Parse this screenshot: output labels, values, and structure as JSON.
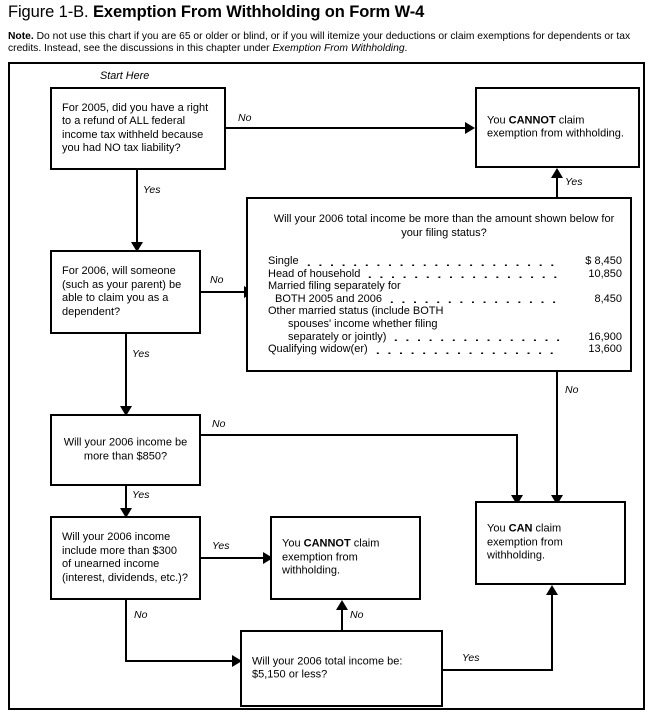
{
  "figure": {
    "number": "Figure 1-B.",
    "title": "Exemption From Withholding on Form W-4",
    "note_lead": "Note.",
    "note_body": " Do not use this chart if you are 65 or older or blind, or if you will itemize your deductions or claim exemptions for dependents or tax credits. Instead, see the discussions in this chapter under ",
    "note_emphasis": "Exemption From Withholding",
    "note_end": "."
  },
  "flow": {
    "start_label": "Start Here",
    "q1": "For 2005, did you have a right to a refund of ALL federal income tax withheld because you had NO tax liability?",
    "q2": "For 2006, will someone (such as your parent) be able to claim you as a dependent?",
    "q3": "Will your 2006 income be more than $850?",
    "q4": "Will your 2006 income include more than $300 of unearned income (interest, dividends, etc.)?",
    "q5": "Will your 2006 total income be: $5,150 or less?",
    "cannot_1_pre": "You ",
    "cannot_1_strong": "CANNOT",
    "cannot_1_post": " claim exemption from withholding.",
    "cannot_2_pre": "You ",
    "cannot_2_strong": "CANNOT",
    "cannot_2_post": " claim exemption from withholding.",
    "can_pre": "You ",
    "can_strong": "CAN",
    "can_post": " claim exemption from withholding.",
    "edge_q1_no": "No",
    "edge_q1_yes": "Yes",
    "edge_q2_no": "No",
    "edge_q2_yes": "Yes",
    "edge_table_yes": "Yes",
    "edge_table_no": "No",
    "edge_q3_no": "No",
    "edge_q3_yes": "Yes",
    "edge_q4_yes": "Yes",
    "edge_q4_no": "No",
    "edge_q5_no": "No",
    "edge_q5_yes": "Yes"
  },
  "income_table": {
    "question": "Will your 2006 total income be more than the amount shown below for your filing status?",
    "rows": [
      {
        "label": "Single",
        "value": "$ 8,450",
        "dots": true,
        "indent": 0
      },
      {
        "label": "Head of household",
        "value": "10,850",
        "dots": true,
        "indent": 0
      },
      {
        "label": "Married filing separately for",
        "value": "",
        "dots": false,
        "indent": 0
      },
      {
        "label": "BOTH 2005 and 2006",
        "value": "8,450",
        "dots": true,
        "indent": 1
      },
      {
        "label": "Other married status (include BOTH",
        "value": "",
        "dots": false,
        "indent": 0
      },
      {
        "label": "spouses' income whether filing",
        "value": "",
        "dots": false,
        "indent": 2
      },
      {
        "label": "separately or jointly)",
        "value": "16,900",
        "dots": true,
        "indent": 2
      },
      {
        "label": "Qualifying widow(er)",
        "value": "13,600",
        "dots": true,
        "indent": 0
      }
    ]
  },
  "colors": {
    "ink": "#000000",
    "paper": "#ffffff"
  }
}
